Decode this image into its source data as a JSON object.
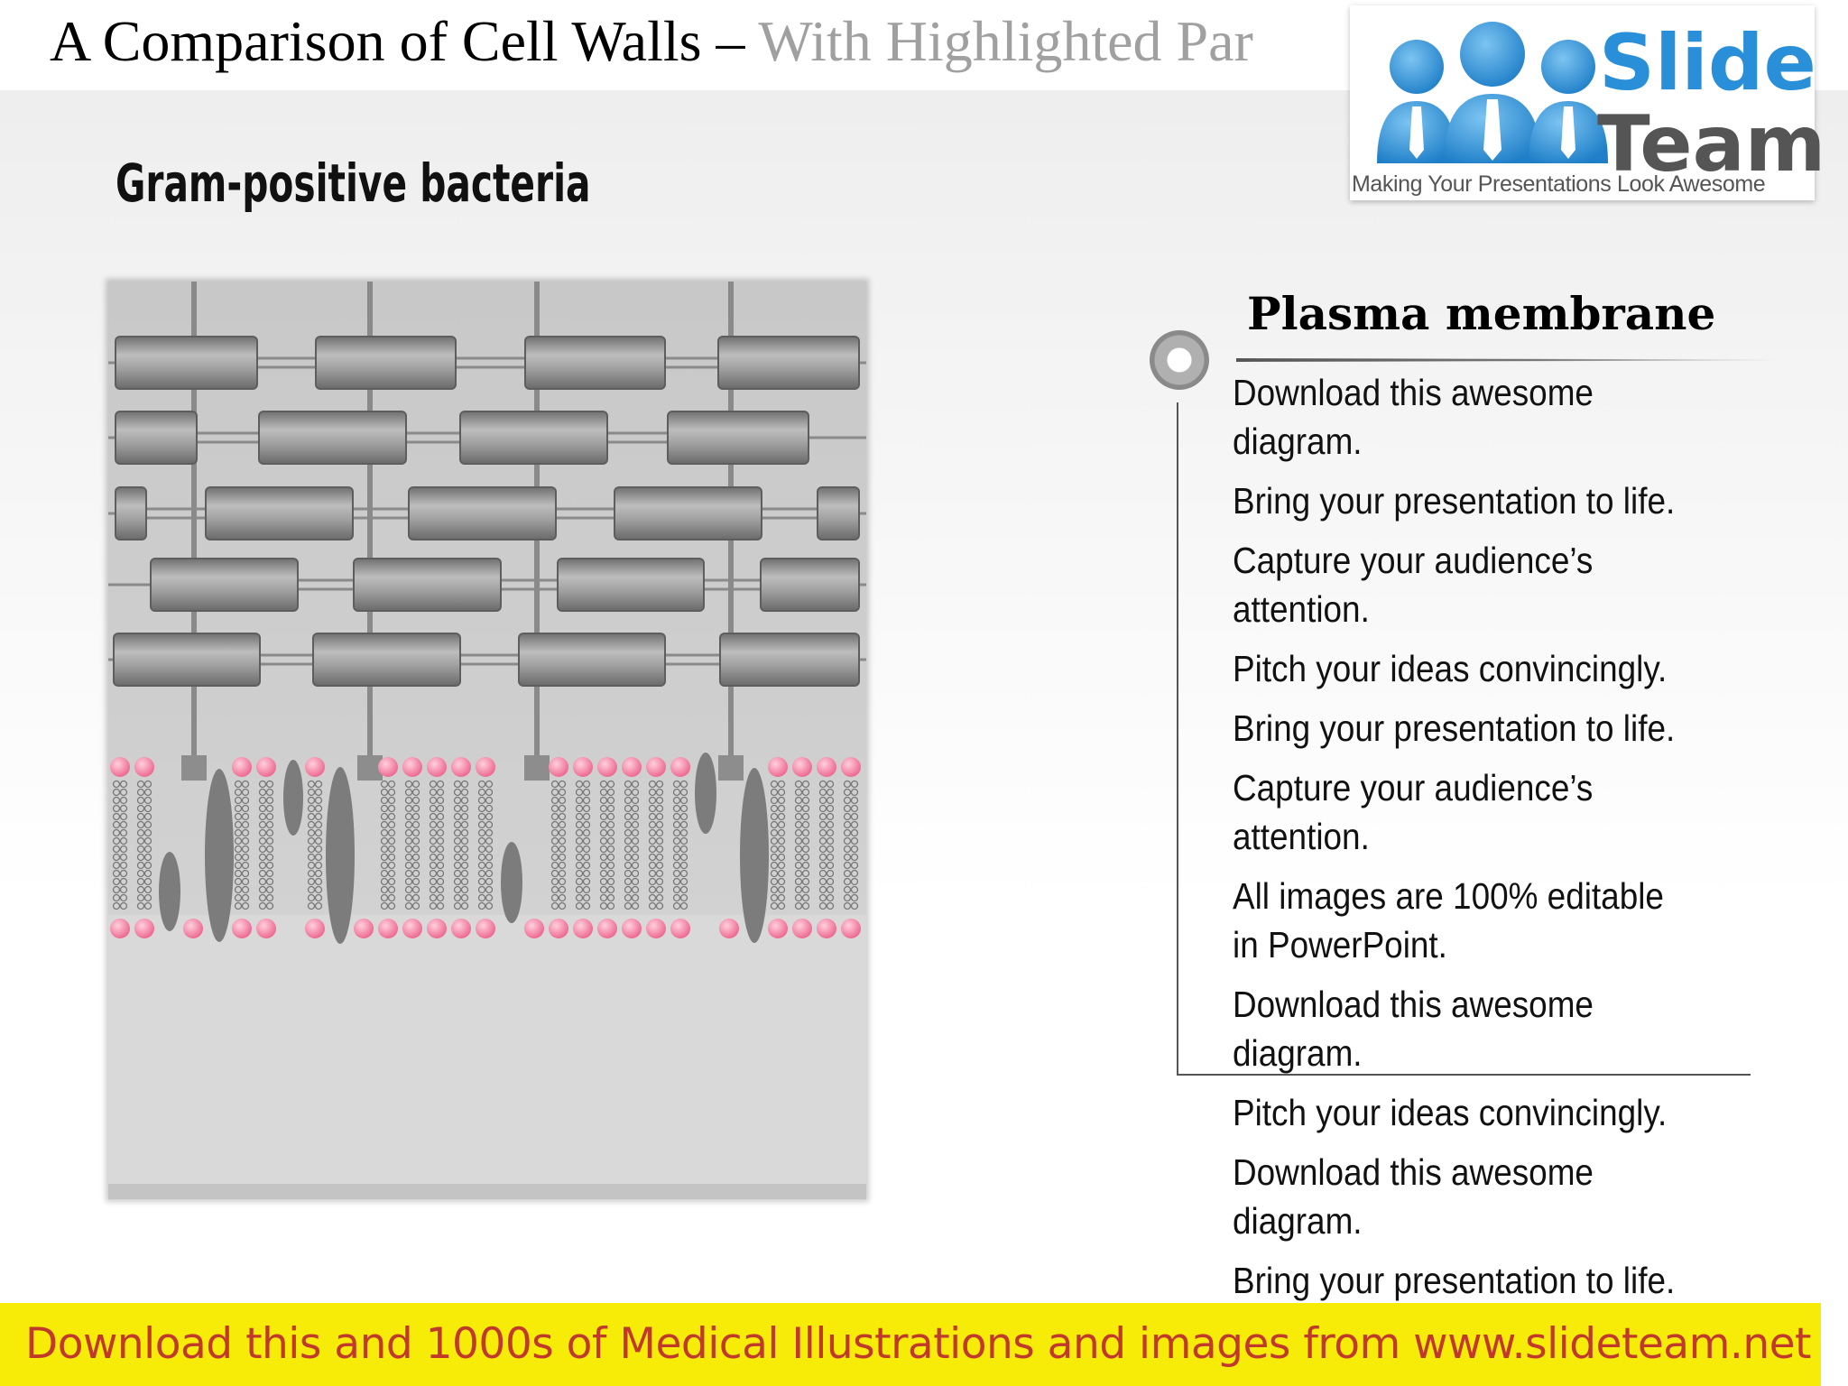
{
  "header": {
    "title_main": "A Comparison of Cell Walls – ",
    "title_highlight": "With Highlighted Par"
  },
  "logo": {
    "word1": "Slide",
    "word2": "Team",
    "tagline": "Making Your Presentations Look Awesome",
    "brand_blue": "#2a8fd9",
    "brand_gray": "#555555"
  },
  "subtitle": "Gram-positive bacteria",
  "diagram": {
    "head_color": "#f06f95",
    "peptidoglycan_color": "#8c8c8c",
    "background_color": "#d0d0d0"
  },
  "panel": {
    "heading": "Plasma membrane",
    "items": [
      "Download this awesome diagram.",
      "Bring your presentation to life.",
      "Capture your audience’s attention.",
      "Pitch your ideas convincingly.",
      "Bring your presentation to life.",
      "Capture your audience’s attention.",
      "All images are 100% editable in PowerPoint.",
      "Download this awesome diagram.",
      "Pitch your ideas convincingly.",
      "Download this awesome diagram.",
      "Bring your presentation to life."
    ]
  },
  "footer": {
    "text": "Download this and 1000s of Medical Illustrations and images from www.slideteam.net",
    "background": "#f6ec08",
    "text_color": "#c0392b"
  }
}
